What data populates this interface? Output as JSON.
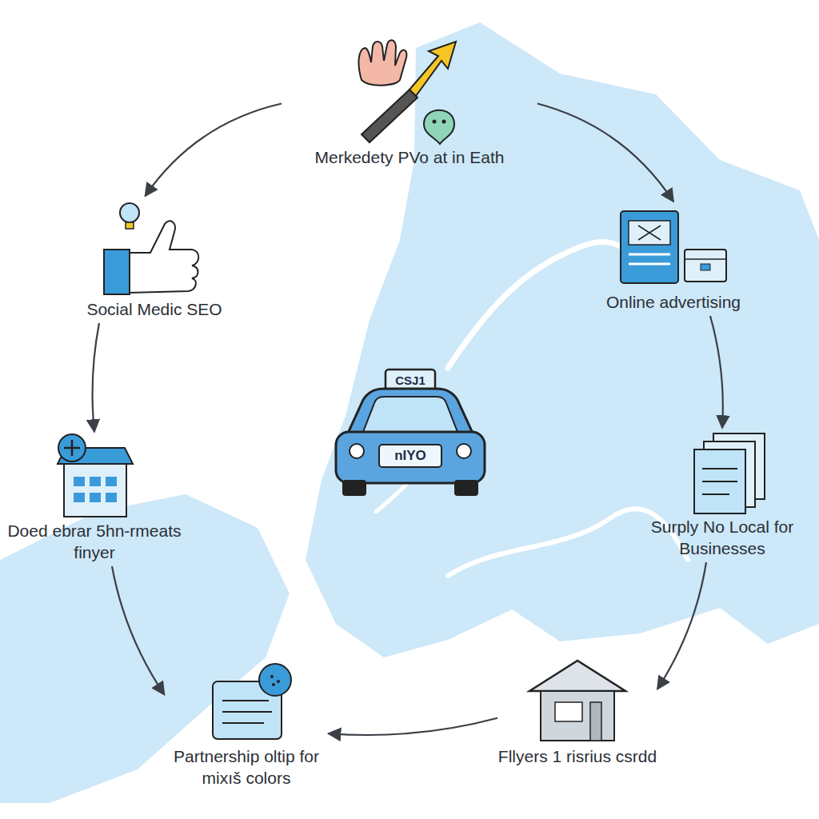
{
  "diagram": {
    "nodes": [
      {
        "text": [
          "Merkedety PVo at in Eath"
        ]
      },
      {
        "text": [
          "Social Medic SEO"
        ]
      },
      {
        "text": [
          "Online advertising"
        ]
      },
      {
        "text": [
          "Doed ebrar 5hn-rmeats finyer"
        ]
      },
      {
        "text": [
          "Surply No Local for Businesses"
        ]
      },
      {
        "text": [
          "Partnership oltip for mixıš colors"
        ]
      },
      {
        "text": [
          "Fllyers 1 risrius csrdd"
        ]
      }
    ],
    "edges": [
      {
        "from": 0,
        "to": 1,
        "arrow": "to"
      },
      {
        "from": 0,
        "to": 2,
        "arrow": "to"
      },
      {
        "from": 1,
        "to": 3,
        "arrow": "to"
      },
      {
        "from": 2,
        "to": 4,
        "arrow": "to"
      },
      {
        "from": 4,
        "to": 6,
        "arrow": "to"
      },
      {
        "from": 6,
        "to": 5,
        "arrow": "to"
      },
      {
        "from": 3,
        "to": 5,
        "arrow": "to"
      }
    ],
    "labels": [
      "CSJ1",
      "nIYO"
    ]
  }
}
